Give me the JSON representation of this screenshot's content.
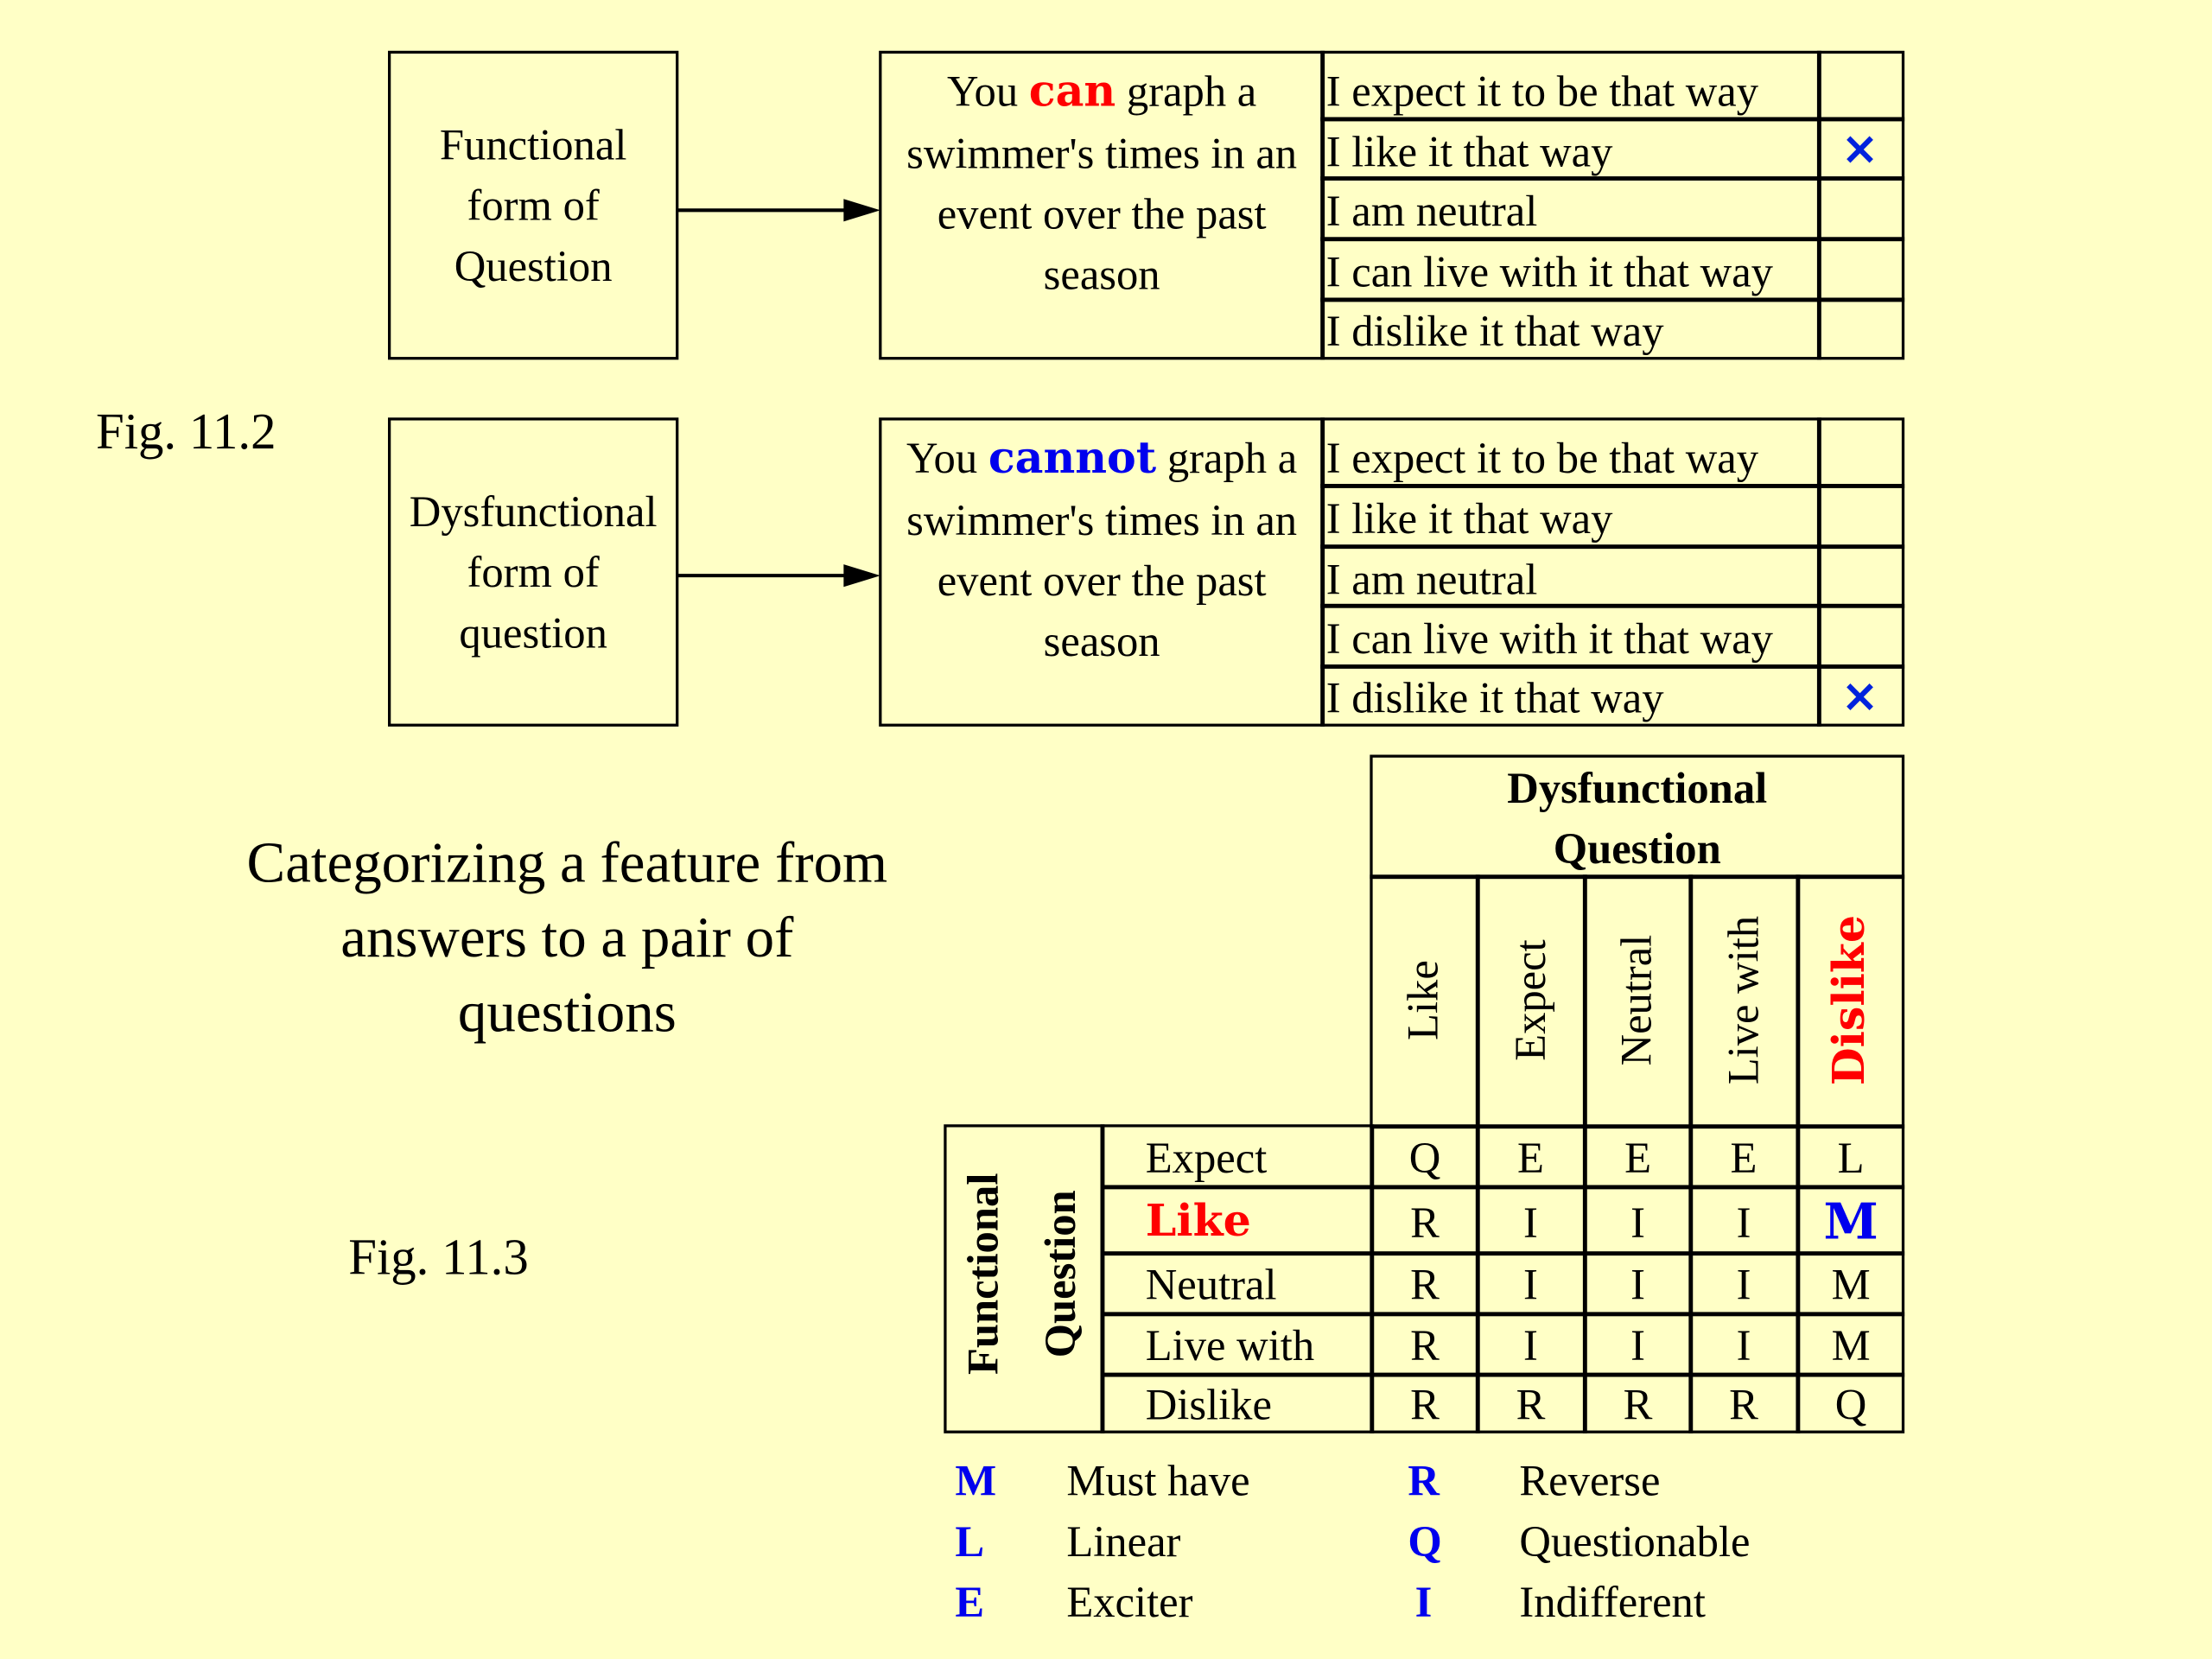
{
  "fig_11_2": {
    "label": "Fig. 11.2",
    "functional": {
      "form_label": [
        "Functional",
        "form of",
        "Question"
      ],
      "question": {
        "pre": "You ",
        "keyword": "can",
        "post_line1": " graph a",
        "lines": [
          "swimmer's times in an",
          "event over the past",
          "season"
        ]
      },
      "options": [
        "I expect it to be that way",
        "I like it that way",
        "I am neutral",
        "I can live with it that way",
        "I dislike it that way"
      ],
      "selected": "×"
    },
    "dysfunctional": {
      "form_label": [
        "Dysfunctional",
        "form of",
        "question"
      ],
      "question": {
        "pre": "You ",
        "keyword": "cannot",
        "post_line1": " graph a",
        "lines": [
          "swimmer's times in an",
          "event over the past",
          "season"
        ]
      },
      "options": [
        "I expect it to be that way",
        "I like it that way",
        "I am neutral",
        "I can live with it that way",
        "I dislike it that way"
      ],
      "selected": "×"
    }
  },
  "fig_11_3": {
    "label": "Fig. 11.3",
    "caption": [
      "Categorizing a feature from",
      "answers to a pair of",
      "questions"
    ],
    "dysfunctional_header": [
      "Dysfunctional",
      "Question"
    ],
    "functional_header": [
      "Functional",
      "Question"
    ],
    "columns": [
      "Like",
      "Expect",
      "Neutral",
      "Live with",
      "Dislike"
    ],
    "rows": [
      {
        "label": "Expect",
        "cells": [
          "Q",
          "E",
          "E",
          "E",
          "L"
        ]
      },
      {
        "label": "Like",
        "cells": [
          "R",
          "I",
          "I",
          "I",
          "M"
        ]
      },
      {
        "label": "Neutral",
        "cells": [
          "R",
          "I",
          "I",
          "I",
          "M"
        ]
      },
      {
        "label": "Live with",
        "cells": [
          "R",
          "I",
          "I",
          "I",
          "M"
        ]
      },
      {
        "label": "Dislike",
        "cells": [
          "R",
          "R",
          "R",
          "R",
          "Q"
        ]
      }
    ],
    "legend": [
      {
        "key": "M",
        "text": "Must have"
      },
      {
        "key": "L",
        "text": "Linear"
      },
      {
        "key": "E",
        "text": "Exciter"
      },
      {
        "key": "R",
        "text": "Reverse"
      },
      {
        "key": "Q",
        "text": "Questionable"
      },
      {
        "key": "I",
        "text": "Indifferent"
      }
    ]
  },
  "colors": {
    "background": "#ffffc6",
    "highlight_red": "#ff0000",
    "highlight_blue": "#0000ee"
  }
}
